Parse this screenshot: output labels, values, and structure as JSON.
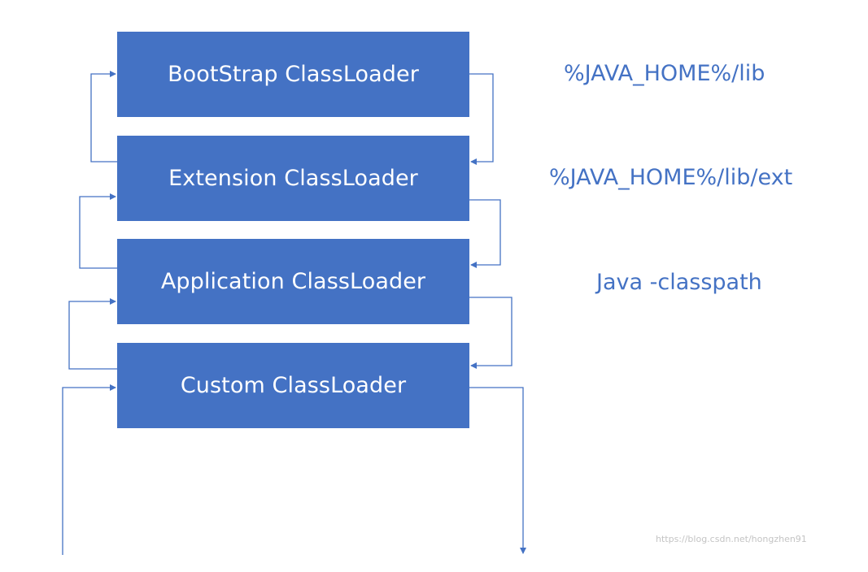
{
  "loaders": {
    "bootstrap": "BootStrap ClassLoader",
    "extension": "Extension ClassLoader",
    "application": "Application ClassLoader",
    "custom": "Custom ClassLoader"
  },
  "paths": {
    "bootstrap": "%JAVA_HOME%/lib",
    "extension": "%JAVA_HOME%/lib/ext",
    "application": "Java -classpath"
  },
  "watermark": "https://blog.csdn.net/hongzhen91",
  "colors": {
    "box_fill": "#4472c4",
    "box_text": "#ffffff",
    "path_text": "#4472c4",
    "connector": "#4472c4"
  }
}
